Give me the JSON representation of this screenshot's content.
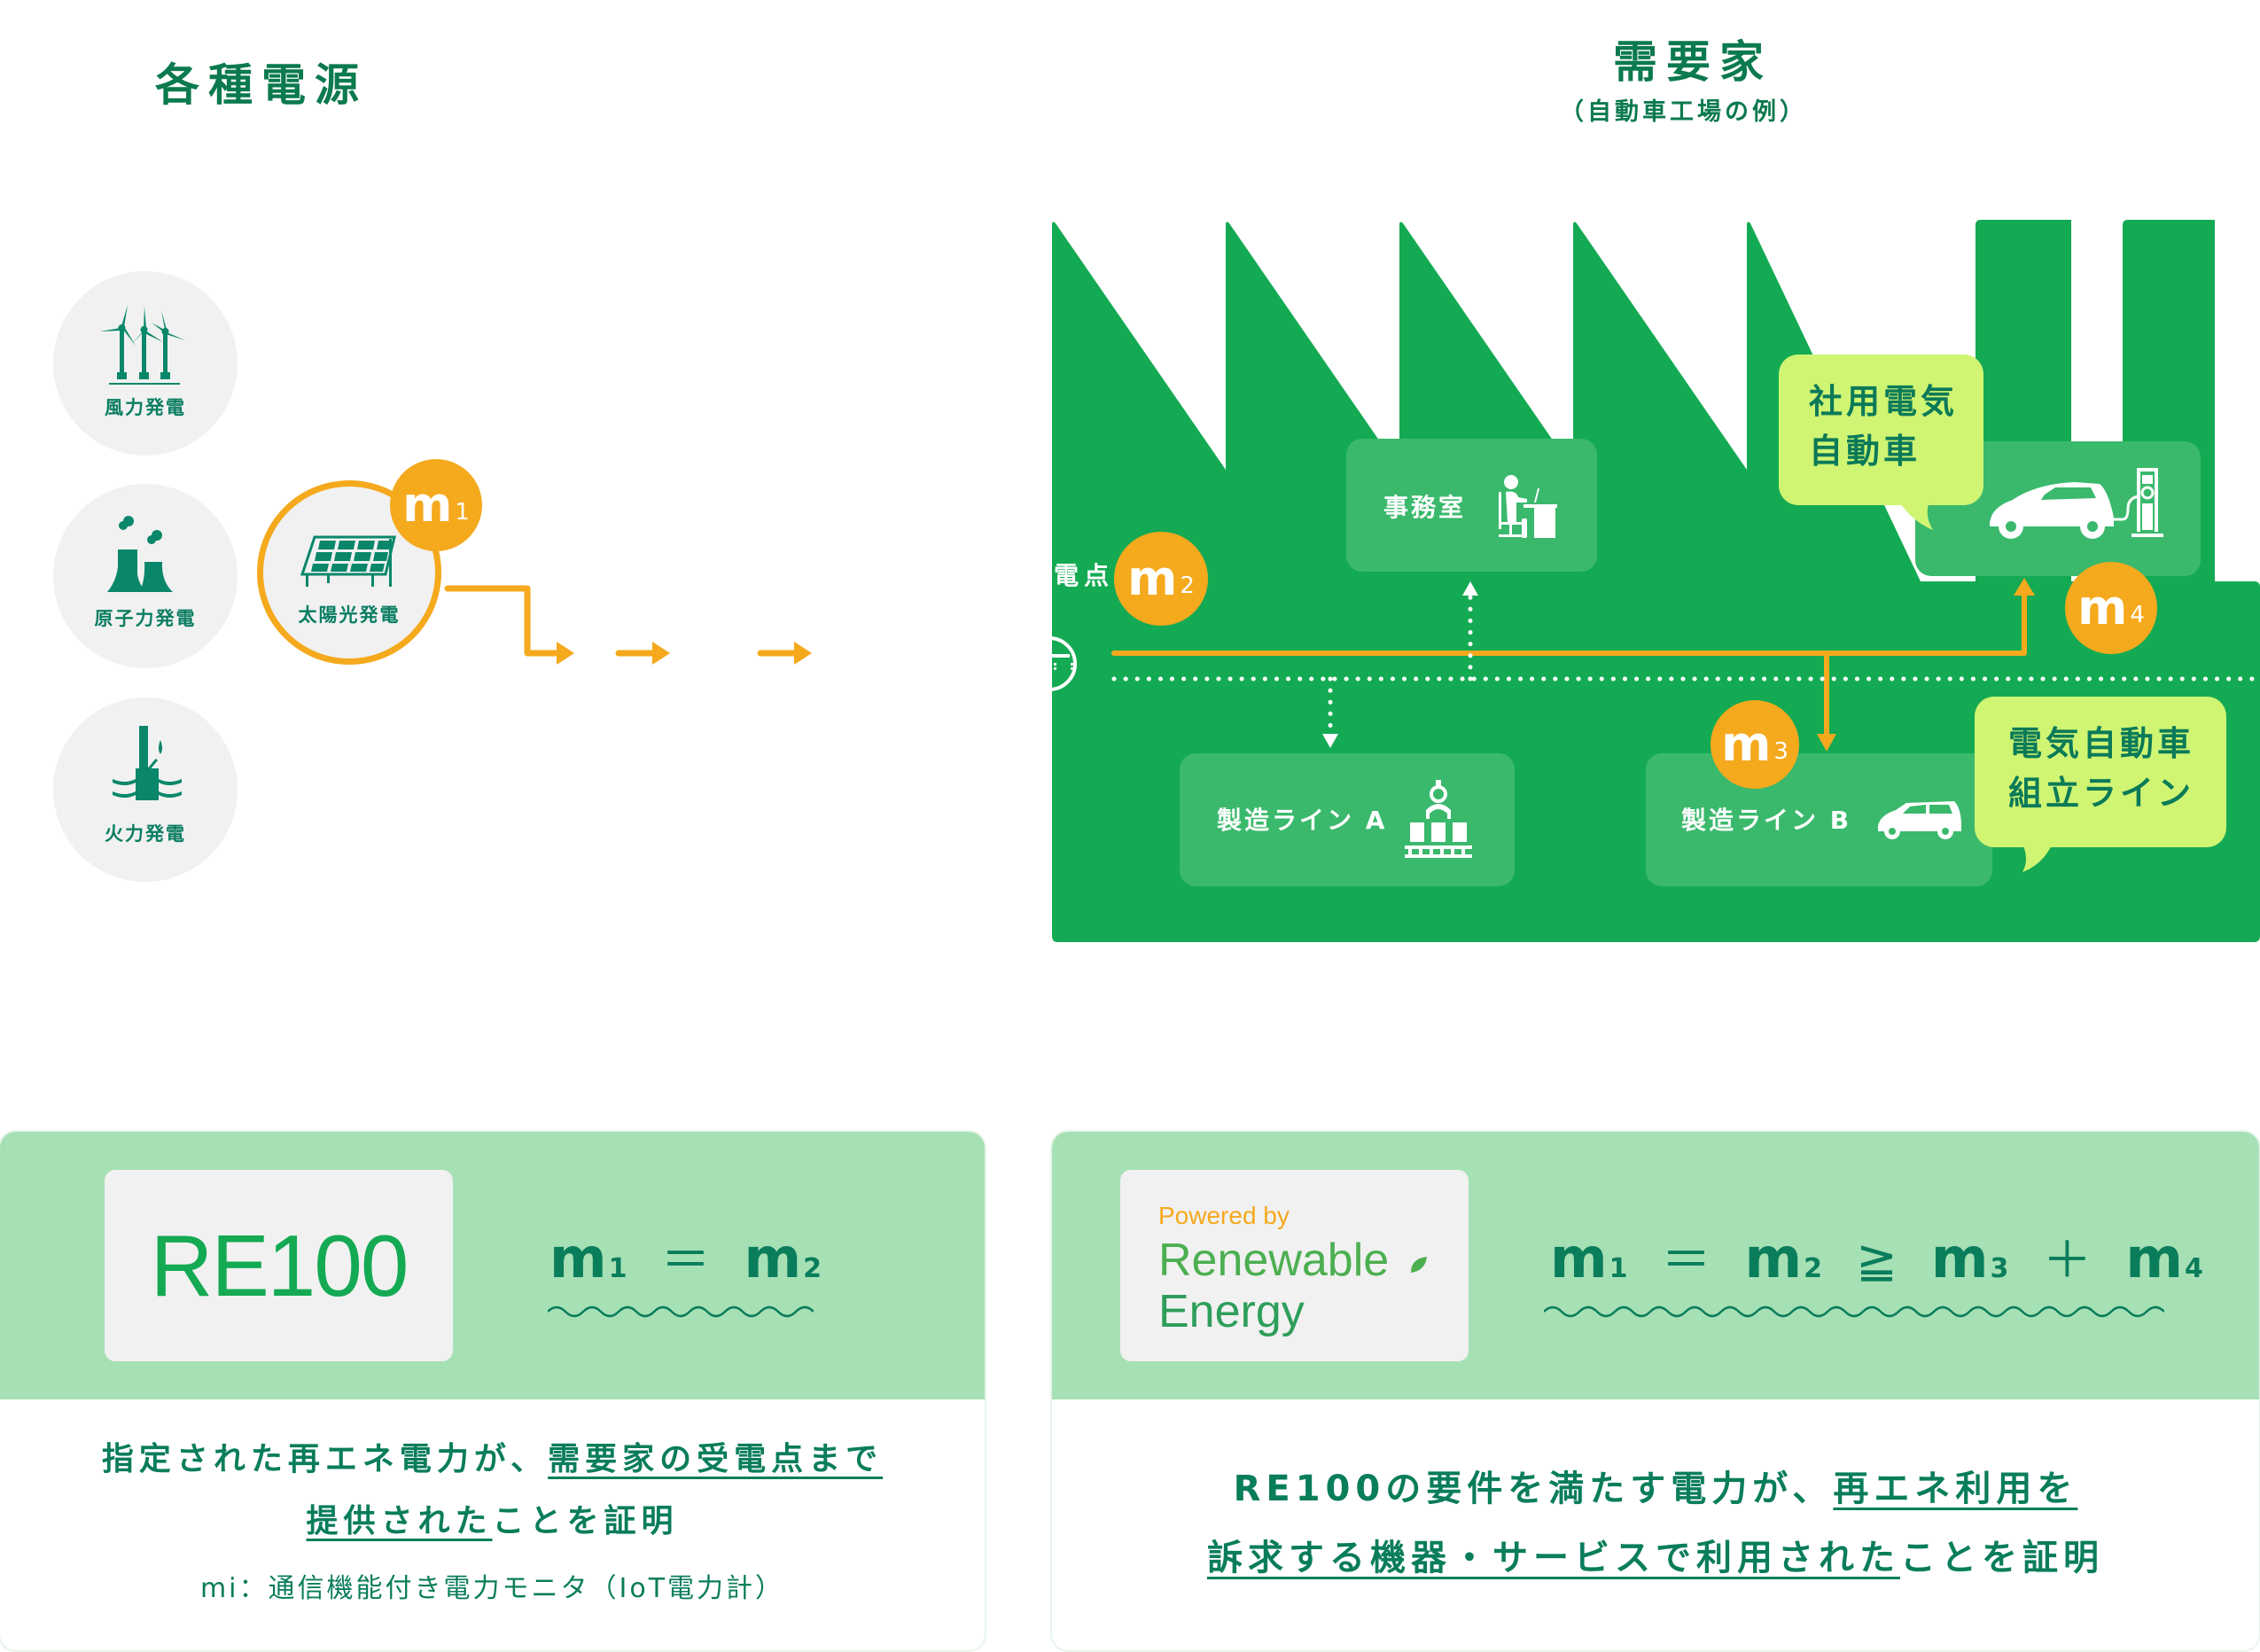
{
  "sources": {
    "title": "各種電源",
    "items": [
      {
        "label": "風力発電",
        "icon": "wind-turbine-icon"
      },
      {
        "label": "原子力発電",
        "icon": "nuclear-plant-icon"
      },
      {
        "label": "火力発電",
        "icon": "thermal-plant-icon"
      },
      {
        "label": "太陽光発電",
        "icon": "solar-panel-icon",
        "selected": true
      }
    ]
  },
  "consumer": {
    "title": "需要家",
    "subtitle": "（自動車工場の例）",
    "receiving_point_label": "受電点",
    "rooms": {
      "office": "事務室",
      "line_a": "製造ライン A",
      "line_b": "製造ライン B"
    },
    "bubbles": {
      "company_ev": [
        "社用電気",
        "自動車"
      ],
      "ev_assembly": [
        "電気自動車",
        "組立ライン"
      ]
    }
  },
  "meters": [
    {
      "id": "m1",
      "letter": "m",
      "sub": "1"
    },
    {
      "id": "m2",
      "letter": "m",
      "sub": "2"
    },
    {
      "id": "m3",
      "letter": "m",
      "sub": "3"
    },
    {
      "id": "m4",
      "letter": "m",
      "sub": "4"
    }
  ],
  "panels": {
    "re100": {
      "logo": "RE100",
      "equation": {
        "m1": "m",
        "s1": "1",
        "op1": "＝",
        "m2": "m",
        "s2": "2"
      },
      "desc_line1_plain": "指定された再エネ電力が、",
      "desc_line1_ul": "需要家の受電点まで",
      "desc_line2_ul": "提供された",
      "desc_line2_plain": "ことを証明",
      "note": "mi：通信機能付き電力モニタ（IoT電力計）"
    },
    "renewable": {
      "logo_powered": "Powered by",
      "logo_line1": "Renewable",
      "logo_line2": "Energy",
      "equation": {
        "m1": "m",
        "s1": "1",
        "op1": "＝",
        "m2": "m",
        "s2": "2",
        "op2": "≧",
        "m3": "m",
        "s3": "3",
        "op3": "＋",
        "m4": "m",
        "s4": "4"
      },
      "desc_line1_plain": "RE100の要件を満たす電力が、",
      "desc_line1_ul": "再エネ利用を",
      "desc_line2_ul": "訴求する機器・サービスで利用された",
      "desc_line2_plain": "ことを証明"
    }
  },
  "colors": {
    "primary_green": "#14aa53",
    "dark_green": "#0a7d5b",
    "orange": "#f5a91d",
    "bubble": "#cff573",
    "panel_green": "#a6e0b5",
    "room": "#3ab96c"
  }
}
